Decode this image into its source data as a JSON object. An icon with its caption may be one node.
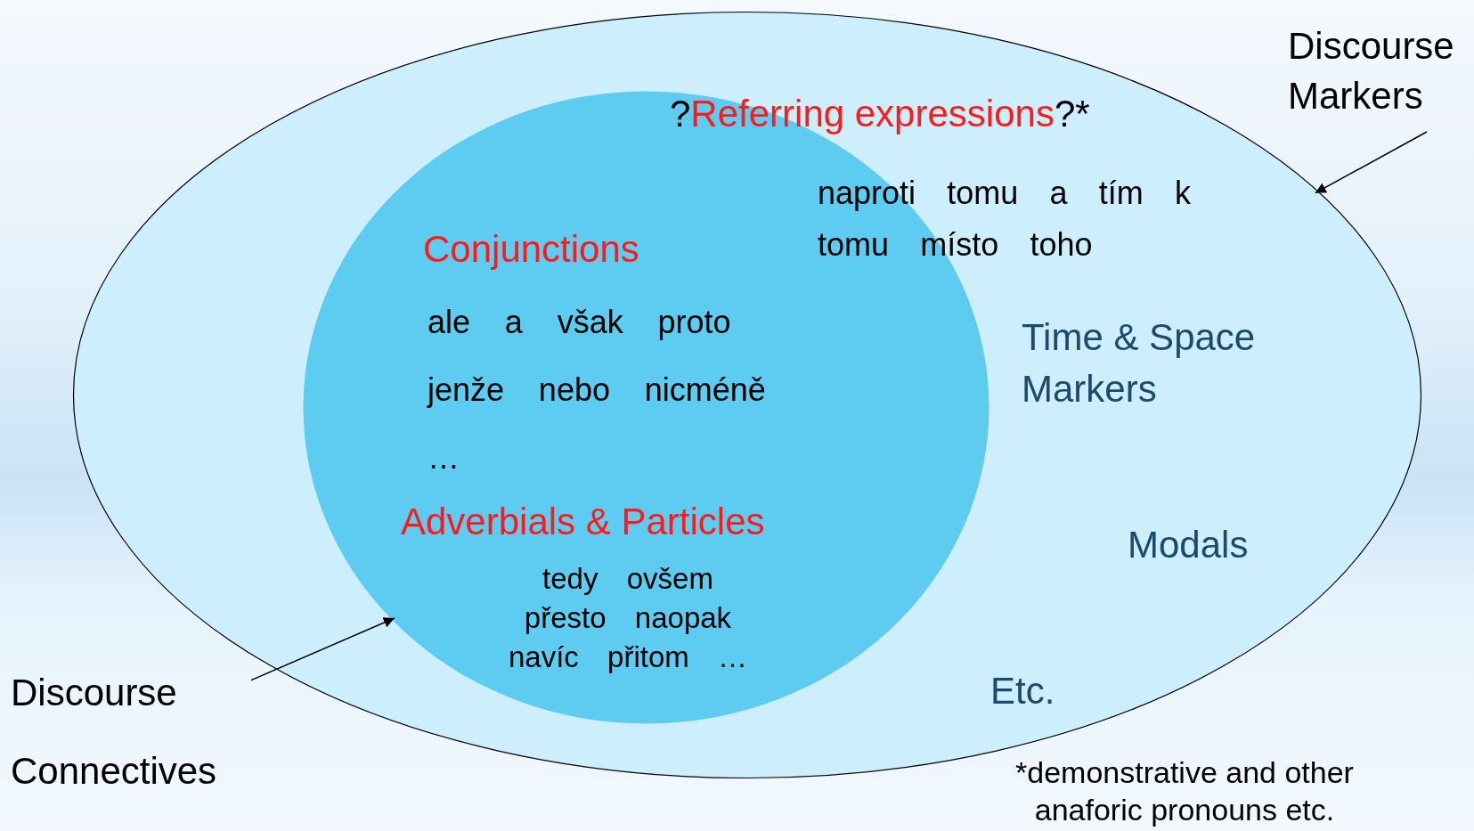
{
  "diagram": {
    "nodes": [
      {
        "text": [],
        "shape": "ellipse"
      },
      {
        "text": [
          "Conjunctions",
          "ale a však proto jenže nebo nicméně …",
          "Adverbials & Particles",
          "tedy ovšem přesto naopak navíc přitom …"
        ],
        "in": 0
      },
      {
        "text": [
          "Discourse Markers"
        ]
      },
      {
        "text": [
          "Discourse Connectives"
        ]
      }
    ],
    "edges": [
      {
        "from": 2,
        "to": 0,
        "arrow": "to"
      },
      {
        "from": 3,
        "to": 1,
        "arrow": "to"
      }
    ],
    "labels": [
      "?",
      "Referring expressions",
      "?*",
      "naproti tomu a tím k tomu místo toho",
      "Time & Space Markers",
      "Modals",
      "Etc.",
      "*demonstrative and other anaforic pronouns etc."
    ]
  }
}
